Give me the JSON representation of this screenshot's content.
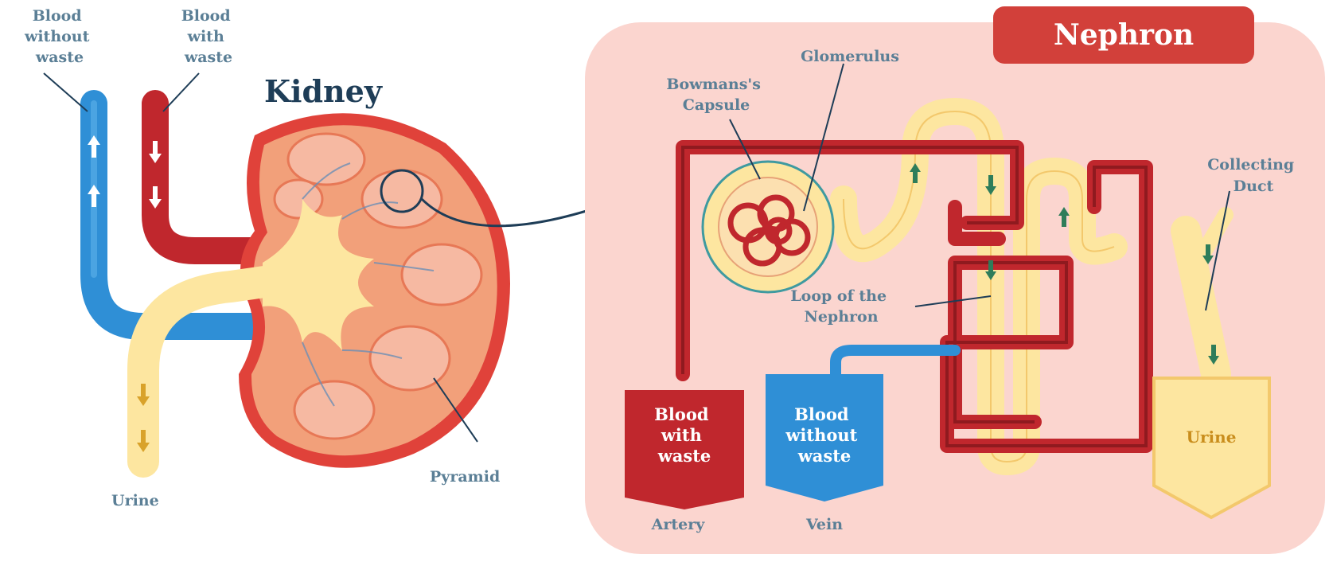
{
  "kidney": {
    "title": "Kidney",
    "vein_label": [
      "Blood",
      "without",
      "waste"
    ],
    "artery_label": [
      "Blood",
      "with",
      "waste"
    ],
    "urine_label": "Urine",
    "pyramid_label": "Pyramid"
  },
  "nephron": {
    "title": "Nephron",
    "glomerulus_label": "Glomerulus",
    "bowmans_label": [
      "Bowmans's",
      "Capsule"
    ],
    "collecting_label": [
      "Collecting",
      "Duct"
    ],
    "loop_label": [
      "Loop of the",
      "Nephron"
    ],
    "artery_box": [
      "Blood",
      "with",
      "waste"
    ],
    "vein_box": [
      "Blood",
      "without",
      "waste"
    ],
    "urine_box": "Urine",
    "artery_label": "Artery",
    "vein_label": "Vein"
  },
  "colors": {
    "artery_red": "#c0272d",
    "artery_dark": "#9b1c20",
    "vein_blue": "#2f8fd6",
    "urine_yellow": "#fde6a0",
    "panel_pink": "#fbd5cf",
    "kidney_orange": "#f08a5d",
    "label_blue": "#5b7f96",
    "title_navy": "#1e3d57"
  }
}
